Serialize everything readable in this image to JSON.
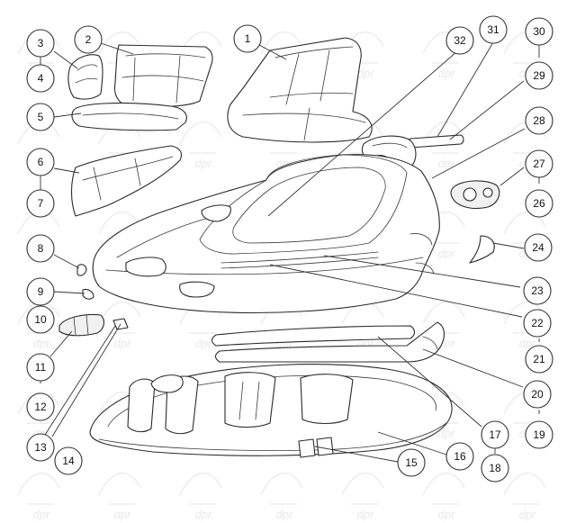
{
  "callouts": [
    {
      "id": "1",
      "label": "1"
    },
    {
      "id": "2",
      "label": "2"
    },
    {
      "id": "3",
      "label": "3"
    },
    {
      "id": "4",
      "label": "4"
    },
    {
      "id": "5",
      "label": "5"
    },
    {
      "id": "6",
      "label": "6"
    },
    {
      "id": "7",
      "label": "7"
    },
    {
      "id": "8",
      "label": "8"
    },
    {
      "id": "9",
      "label": "9"
    },
    {
      "id": "10",
      "label": "10"
    },
    {
      "id": "11",
      "label": "11"
    },
    {
      "id": "12",
      "label": "12"
    },
    {
      "id": "13",
      "label": "13"
    },
    {
      "id": "14",
      "label": "14"
    },
    {
      "id": "15",
      "label": "15"
    },
    {
      "id": "16",
      "label": "16"
    },
    {
      "id": "17",
      "label": "17"
    },
    {
      "id": "18",
      "label": "18"
    },
    {
      "id": "19",
      "label": "19"
    },
    {
      "id": "20",
      "label": "20"
    },
    {
      "id": "21",
      "label": "21"
    },
    {
      "id": "22",
      "label": "22"
    },
    {
      "id": "23",
      "label": "23"
    },
    {
      "id": "24",
      "label": "24"
    },
    {
      "id": "26",
      "label": "26"
    },
    {
      "id": "27",
      "label": "27"
    },
    {
      "id": "28",
      "label": "28"
    },
    {
      "id": "29",
      "label": "29"
    },
    {
      "id": "30",
      "label": "30"
    },
    {
      "id": "31",
      "label": "31"
    },
    {
      "id": "32",
      "label": "32"
    }
  ],
  "colors": {
    "background": "#ffffff",
    "line": "#2a2a2a",
    "watermark": "#e9e9e9"
  },
  "watermark_text": "dpr"
}
